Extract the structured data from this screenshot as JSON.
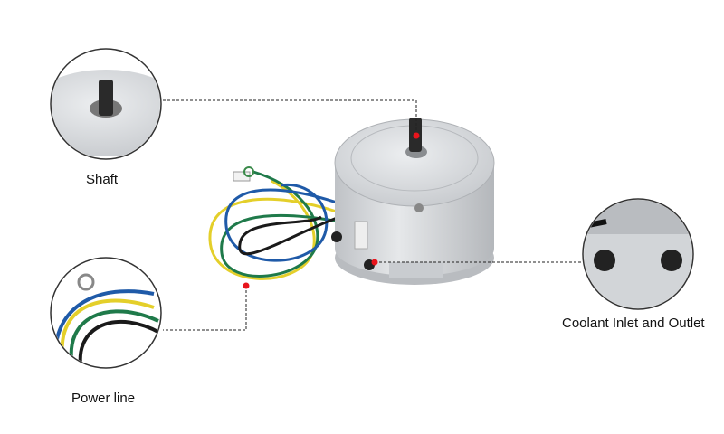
{
  "callouts": {
    "shaft": {
      "label": "Shaft"
    },
    "power_line": {
      "label": "Power line"
    },
    "coolant": {
      "label": "Coolant Inlet and Outlet"
    }
  },
  "colors": {
    "marker_dot": "#e8141c",
    "leader_line": "#222222",
    "housing": "#d4d6d9",
    "wire_yellow": "#e4cf2a",
    "wire_green": "#1f7a4a",
    "wire_blue": "#1f5aa8",
    "wire_black": "#1a1a1a"
  }
}
